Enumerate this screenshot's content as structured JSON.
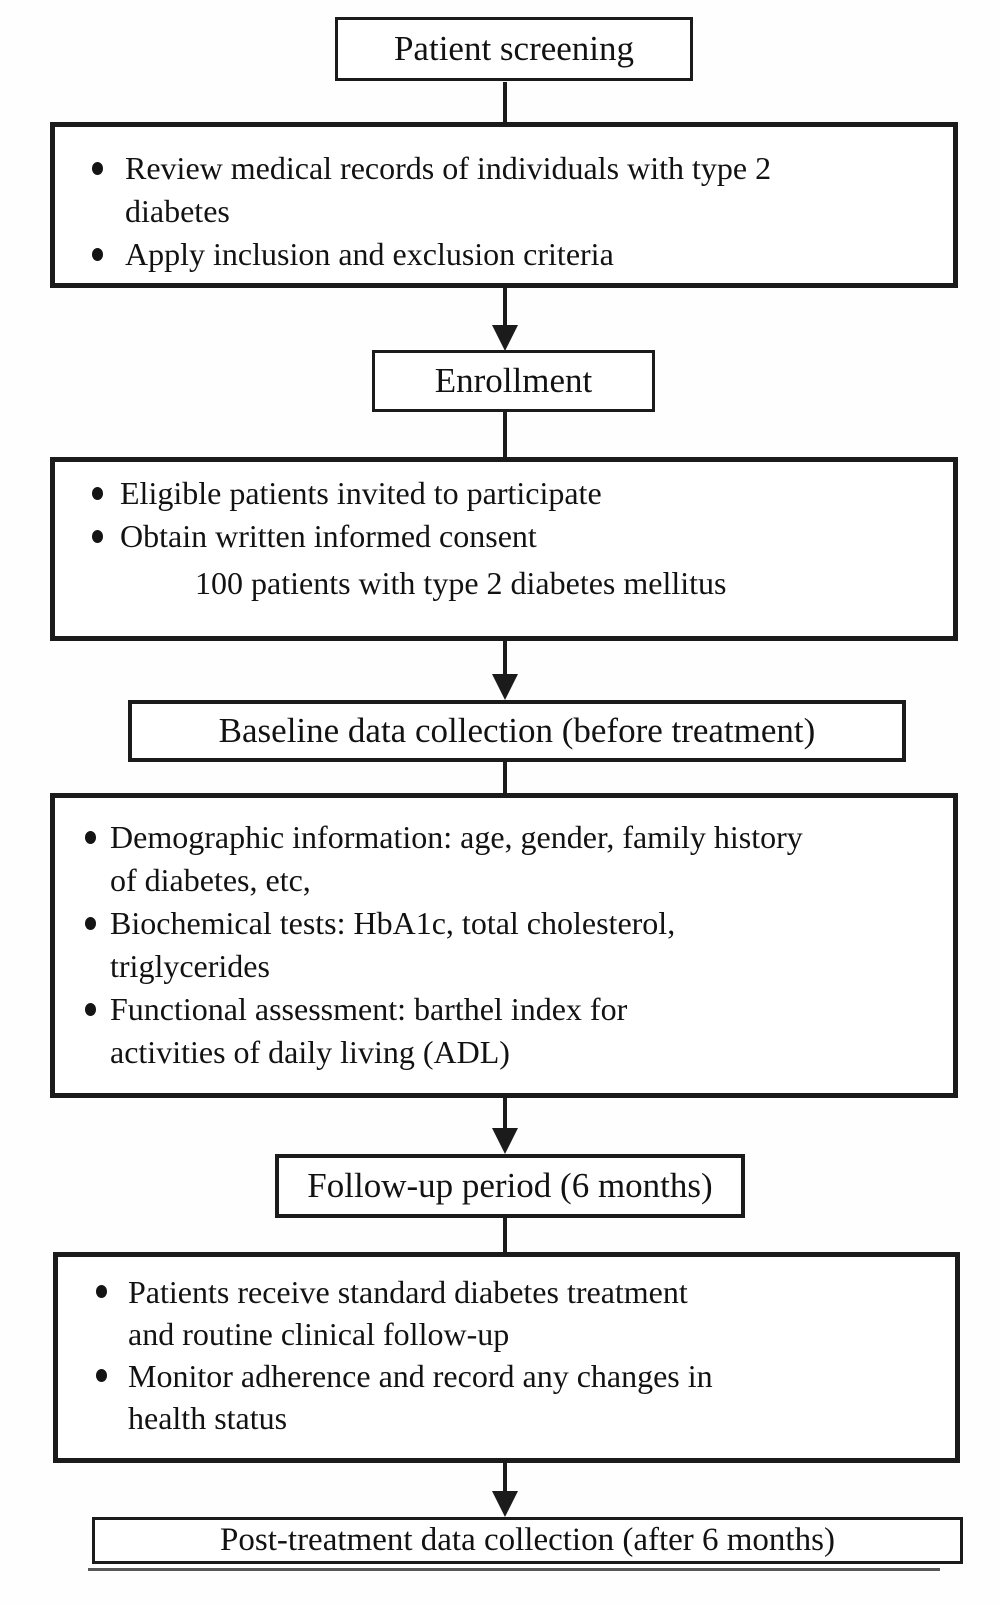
{
  "figure": {
    "type": "flowchart",
    "description": "Study design flowchart for type 2 diabetes patient study"
  },
  "colors": {
    "border": "#1b1b1b",
    "text": "#121212",
    "background": "#ffffff"
  },
  "boxes": {
    "screening": {
      "label": "Patient screening"
    },
    "screening_details": {
      "b1_l1": "Review medical records of individuals with type 2",
      "b1_l2": "diabetes",
      "b2": "Apply inclusion and exclusion criteria"
    },
    "enrollment": {
      "label": "Enrollment"
    },
    "enrollment_details": {
      "b1": "Eligible patients invited to participate",
      "b2": "Obtain written informed consent",
      "note": "100 patients with type 2 diabetes mellitus"
    },
    "baseline": {
      "label": "Baseline data collection (before treatment)"
    },
    "baseline_details": {
      "b1_l1": "Demographic information: age, gender, family history",
      "b1_l2": "of diabetes, etc,",
      "b2_l1": "Biochemical tests: HbA1c, total cholesterol,",
      "b2_l2": "triglycerides",
      "b3_l1": "Functional assessment: barthel index for",
      "b3_l2": "activities of daily living (ADL)"
    },
    "followup": {
      "label": "Follow-up period (6 months)"
    },
    "followup_details": {
      "b1_l1": "Patients receive standard diabetes treatment",
      "b1_l2": "and routine clinical follow-up",
      "b2_l1": "Monitor adherence and record any changes in",
      "b2_l2": "health status"
    },
    "post_treatment": {
      "label": "Post-treatment data collection (after 6 months)"
    }
  }
}
